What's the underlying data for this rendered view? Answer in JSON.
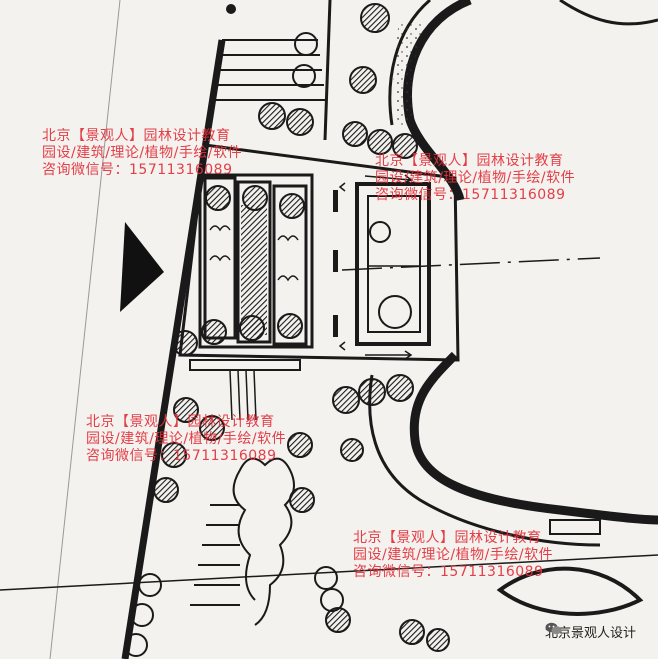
{
  "watermark": {
    "line1": "北京【景观人】园林设计教育",
    "line2": "园设/建筑/理论/植物/手绘/软件",
    "line3": "咨询微信号：15711316089"
  },
  "credit": {
    "text": "北京景观人设计",
    "icon": "wechat-icon"
  },
  "colors": {
    "ink": "#1a1a1a",
    "paper": "#f3f2ee",
    "watermark": "#e3303a"
  }
}
